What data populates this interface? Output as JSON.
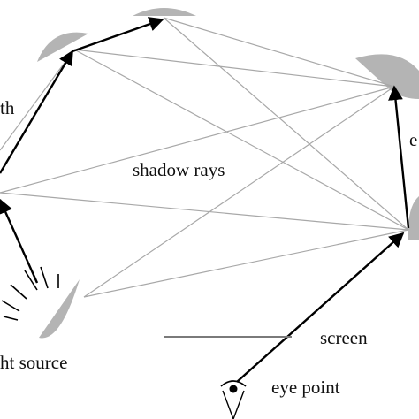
{
  "labels": {
    "path_partial": "th",
    "eye_path_partial": "e",
    "shadow_rays": "shadow rays",
    "light_source": "ht source",
    "screen": "screen",
    "eye_point": "eye point"
  },
  "colors": {
    "surface_fill": "#b4b4b4",
    "shadow_ray": "#a8a8a8",
    "path_arrow": "#000000",
    "screen_line": "#7a7a7a",
    "text": "#111111"
  },
  "icons": {
    "eye": "eye-icon",
    "light_rays": "light-burst-icon",
    "arrowhead": "arrowhead-icon"
  }
}
